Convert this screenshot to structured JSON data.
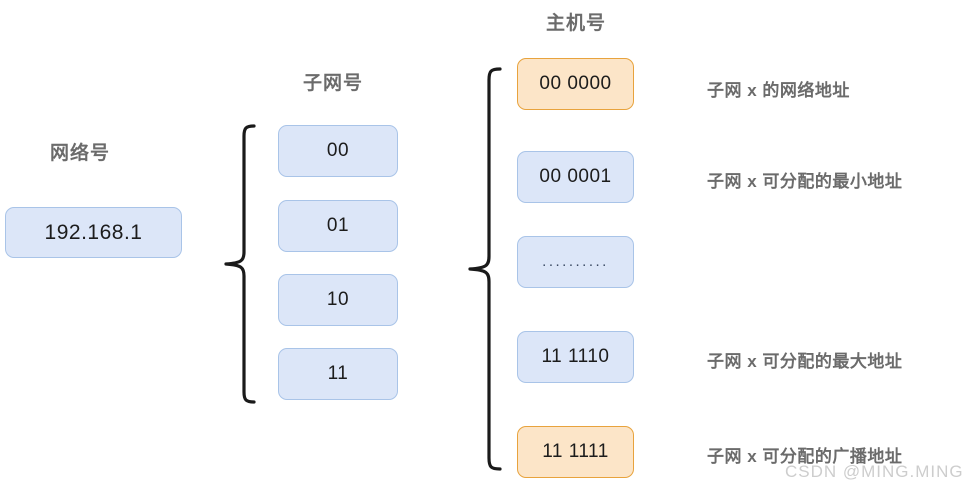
{
  "columns": {
    "network": {
      "title": "网络号",
      "boxes": [
        {
          "value": "192.168.1",
          "style": "blue"
        }
      ]
    },
    "subnet": {
      "title": "子网号",
      "boxes": [
        {
          "value": "00",
          "style": "blue"
        },
        {
          "value": "01",
          "style": "blue"
        },
        {
          "value": "10",
          "style": "blue"
        },
        {
          "value": "11",
          "style": "blue"
        }
      ]
    },
    "host": {
      "title": "主机号",
      "boxes": [
        {
          "value": "00 0000",
          "style": "orange"
        },
        {
          "value": "00 0001",
          "style": "blue"
        },
        {
          "value": "..........",
          "style": "blue"
        },
        {
          "value": "11 1110",
          "style": "blue"
        },
        {
          "value": "11 1111",
          "style": "orange"
        }
      ]
    }
  },
  "annotations": [
    {
      "text": "子网 x 的网络地址"
    },
    {
      "text": "子网 x 可分配的最小地址"
    },
    {
      "text": "子网 x 可分配的最大地址"
    },
    {
      "text": "子网 x 可分配的广播地址"
    }
  ],
  "watermark": "CSDN @MING.MING",
  "colors": {
    "blue_fill": "#DCE6F8",
    "blue_border": "#A9C4E8",
    "orange_fill": "#FCE5C8",
    "orange_border": "#E8A33D",
    "label_text": "#6B6B6B",
    "box_text": "#1C1C1C",
    "brace": "#1A1A1A",
    "watermark": "#CDCDCD",
    "background": "#FFFFFF"
  }
}
